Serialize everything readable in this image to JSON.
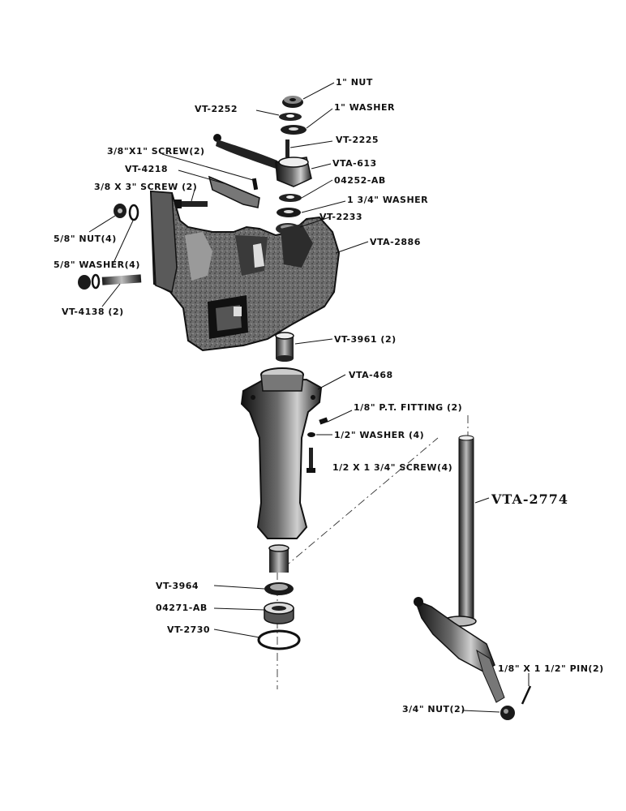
{
  "labels": {
    "nut_1in": "1\" NUT",
    "vt2252": "VT-2252",
    "washer_1in": "1\" WASHER",
    "vt2225": "VT-2225",
    "screw_3_8x1": "3/8\"X1\" SCREW(2)",
    "vta613": "VTA-613",
    "vt4218": "VT-4218",
    "p04252": "04252-AB",
    "screw_3_8x3": "3/8 X 3\" SCREW (2)",
    "washer_1_3_4": "1 3/4\" WASHER",
    "vt2233": "VT-2233",
    "nut_5_8": "5/8\" NUT(4)",
    "vta2886": "VTA-2886",
    "washer_5_8": "5/8\" WASHER(4)",
    "vt4138": "VT-4138 (2)",
    "vt3961": "VT-3961 (2)",
    "vta468": "VTA-468",
    "pt_fitting": "1/8\" P.T. FITTING (2)",
    "washer_1_2": "1/2\" WASHER (4)",
    "screw_1_2": "1/2 X 1 3/4\" SCREW(4)",
    "vta2774": "VTA-2774",
    "vt3964": "VT-3964",
    "p04271": "04271-AB",
    "vt2730": "VT-2730",
    "pin": "1/8\" X 1 1/2\" PIN(2)",
    "nut_3_4": "3/4\" NUT(2)"
  }
}
